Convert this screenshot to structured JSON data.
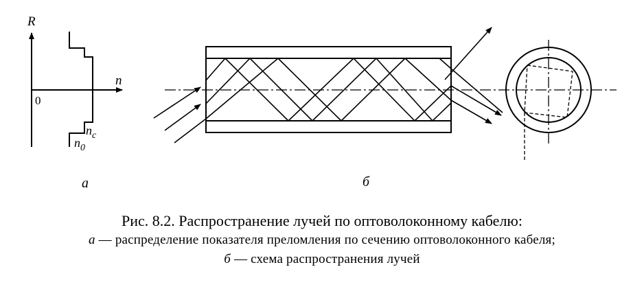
{
  "panel_a": {
    "axis_r_label": "R",
    "axis_n_label": "n",
    "origin_label": "0",
    "nc_base": "n",
    "nc_sub": "c",
    "n0_base": "n",
    "n0_sub": "0",
    "panel_letter": "а"
  },
  "panel_b": {
    "panel_letter": "б"
  },
  "caption": {
    "title": "Рис. 8.2. Распространение лучей по оптоволоконному кабелю:",
    "line_a_letter": "а",
    "line_a_text": " — распределение показателя преломления по сечению оптоволоконного кабеля;",
    "line_b_letter": "б",
    "line_b_text": " — схема распространения лучей"
  }
}
